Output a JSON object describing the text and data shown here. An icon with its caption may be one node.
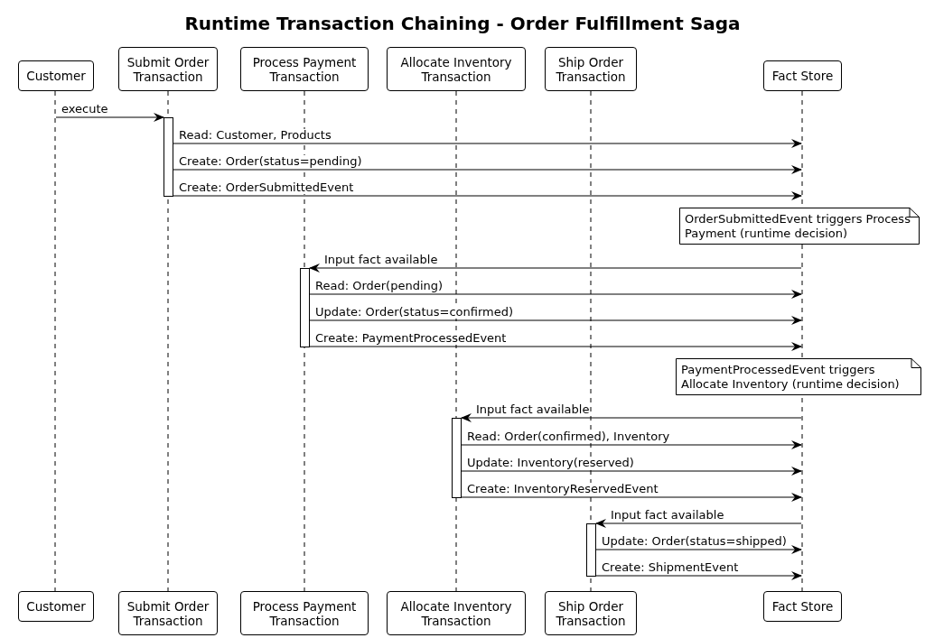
{
  "diagram": {
    "title": "Runtime Transaction Chaining - Order Fulfillment Saga",
    "nodes": [
      {
        "text": [
          "Customer"
        ]
      },
      {
        "text": [
          "Submit Order Transaction"
        ]
      },
      {
        "text": [
          "Process Payment Transaction"
        ]
      },
      {
        "text": [
          "Allocate Inventory Transaction"
        ]
      },
      {
        "text": [
          "Ship Order Transaction"
        ]
      },
      {
        "text": [
          "Fact Store"
        ]
      },
      {
        "text": [
          "Customer"
        ]
      },
      {
        "text": [
          "Submit Order Transaction"
        ]
      },
      {
        "text": [
          "Process Payment Transaction"
        ]
      },
      {
        "text": [
          "Allocate Inventory Transaction"
        ]
      },
      {
        "text": [
          "Ship Order Transaction"
        ]
      },
      {
        "text": [
          "Fact Store"
        ]
      },
      {
        "text": [],
        "shape": "line"
      },
      {
        "text": [],
        "shape": "line"
      },
      {
        "text": [],
        "shape": "line"
      },
      {
        "text": [],
        "shape": "line"
      },
      {
        "text": [],
        "shape": "line"
      },
      {
        "text": [],
        "shape": "line"
      },
      {
        "text": [],
        "shape": "bar"
      },
      {
        "text": [
          "OrderSubmittedEvent triggers Process Payment (runtime decision)"
        ]
      },
      {
        "text": [],
        "shape": "bar"
      },
      {
        "text": [
          "PaymentProcessedEvent triggers Allocate Inventory (runtime decision)"
        ]
      },
      {
        "text": [],
        "shape": "bar"
      },
      {
        "text": [],
        "shape": "bar"
      }
    ],
    "edges": [
      {
        "from": 12,
        "to": 18,
        "label": "execute",
        "arrow": "to"
      },
      {
        "from": 18,
        "to": 17,
        "label": "Read: Customer, Products",
        "arrow": "to"
      },
      {
        "from": 18,
        "to": 17,
        "label": "Create: Order(status=pending)",
        "arrow": "to"
      },
      {
        "from": 18,
        "to": 17,
        "label": "Create: OrderSubmittedEvent",
        "arrow": "to"
      },
      {
        "from": 17,
        "to": 20,
        "label": "Input fact available",
        "arrow": "to"
      },
      {
        "from": 20,
        "to": 17,
        "label": "Read: Order(pending)",
        "arrow": "to"
      },
      {
        "from": 20,
        "to": 17,
        "label": "Update: Order(status=confirmed)",
        "arrow": "to"
      },
      {
        "from": 20,
        "to": 17,
        "label": "Create: PaymentProcessedEvent",
        "arrow": "to"
      },
      {
        "from": 17,
        "to": 22,
        "label": "Input fact available",
        "arrow": "to"
      },
      {
        "from": 22,
        "to": 17,
        "label": "Read: Order(confirmed), Inventory",
        "arrow": "to"
      },
      {
        "from": 22,
        "to": 17,
        "label": "Update: Inventory(reserved)",
        "arrow": "to"
      },
      {
        "from": 22,
        "to": 17,
        "label": "Create: InventoryReservedEvent",
        "arrow": "to"
      },
      {
        "from": 17,
        "to": 23,
        "label": "Input fact available",
        "arrow": "to"
      },
      {
        "from": 23,
        "to": 17,
        "label": "Update: Order(status=shipped)",
        "arrow": "to"
      },
      {
        "from": 23,
        "to": 17,
        "label": "Create: ShipmentEvent",
        "arrow": "to"
      }
    ]
  }
}
